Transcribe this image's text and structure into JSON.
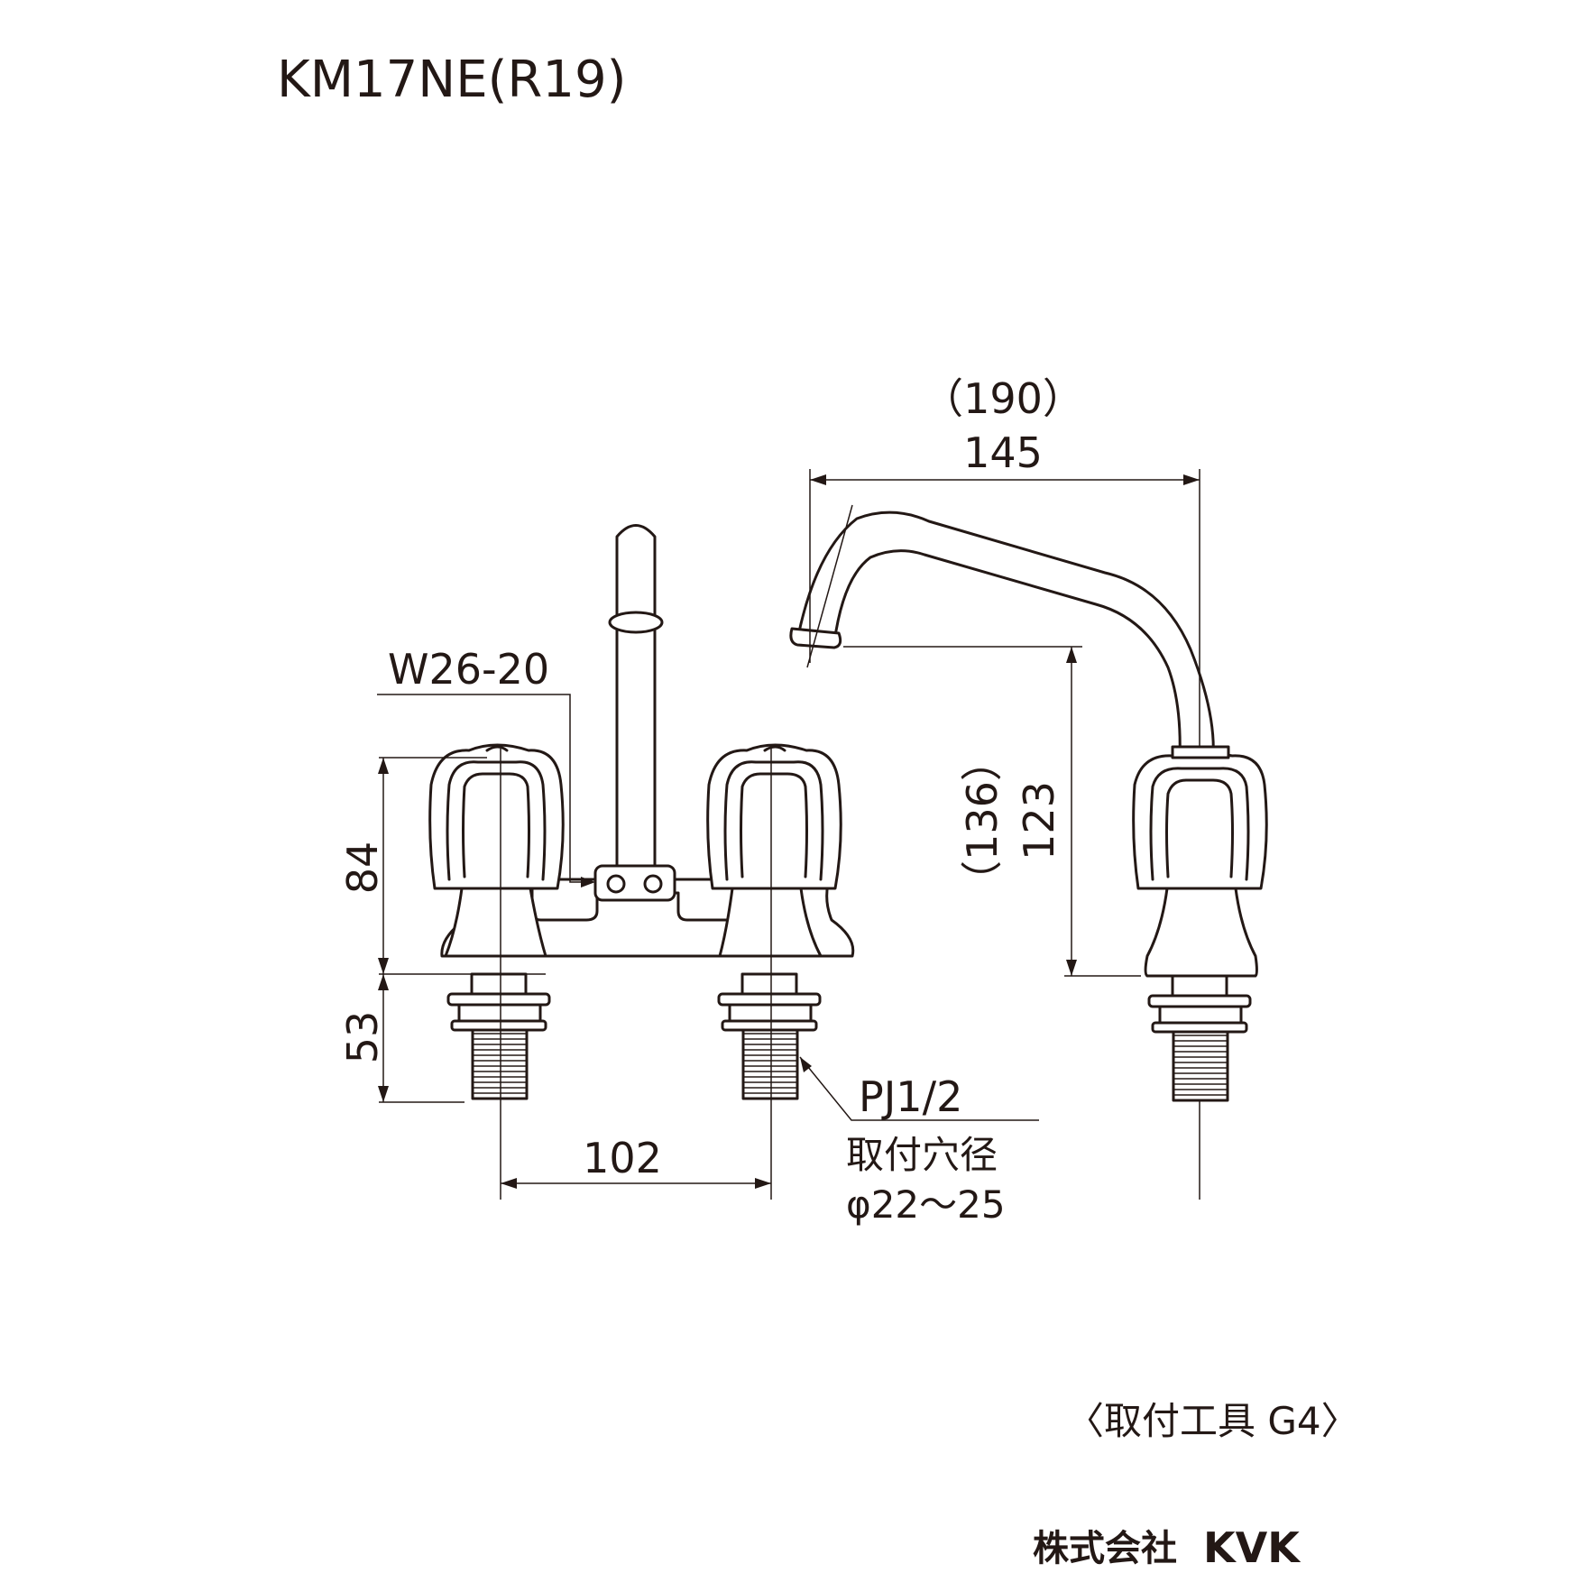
{
  "model": "KM17NE(R19)",
  "dimensions": {
    "spout_reach_ref": "（190）",
    "spout_reach": "145",
    "aerator_thread": "W26-20",
    "handle_height": "84",
    "shank_length": "53",
    "center_distance": "102",
    "spout_height_ref": "（136）",
    "spout_height": "123",
    "supply_thread": "PJ1/2",
    "hole_label": "取付穴径",
    "hole_range": "φ22～25"
  },
  "notes": {
    "mounting_tool": "〈取付工具 G4〉"
  },
  "brand": {
    "company_jp": "株式会社",
    "company_en": "KVK"
  },
  "colors": {
    "line": "#231815",
    "background": "#ffffff"
  }
}
